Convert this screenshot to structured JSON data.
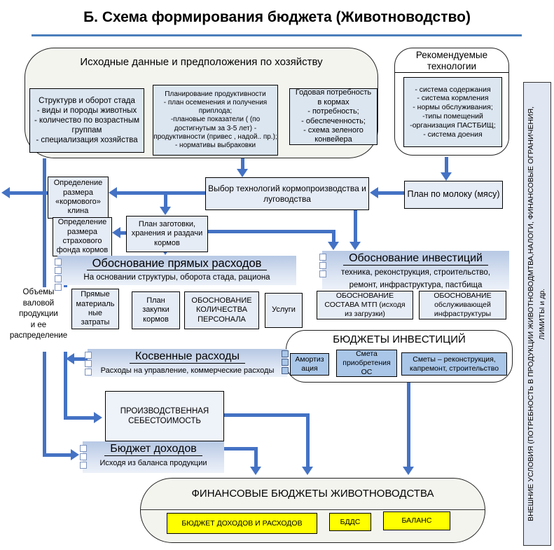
{
  "title": "Б. Схема формирования бюджета (Животноводство)",
  "source": {
    "header": "Исходные данные и предположения по хозяйству",
    "herd": "Структурв и оборот стада\n- виды  и породы животных\n- количество по возрастным\nгруппам\n- специализация хозяйства",
    "productivity": "Планирование продуктивности\n- план осеменения и получения\nприплода;\n-плановые показатели ( (по\nдостигнутым за 3-5 лет) -\nпродуктивности (привес , надой.. пр.);\n- нормативы выбраковки",
    "feed_need": "Годовая потребность\nв кормах\n- потребность;\n- обеспеченность;\n- схема зеленого\nконвейера"
  },
  "recommended": {
    "title": "Рекомендуемые\nтехнологии",
    "items": "- система содержания\n- система кормления\n- нормы обслуживания;\n-типы помещений\n-организация ПАСТБИЩ;\n- система доения"
  },
  "sidebar": "ВНЕШНИЕ УСЛОВИЯ (ПОТРЕБНОСТЬ В ПРОДУКЦИИ ЖИВОТНОВОДМТВА,НАЛОГИ,  ФИНАНСОВЫЕ ОГРАНИЧЕНИЯ,\nЛИМИТЫ и др.",
  "flow": {
    "tech_choice": "Выбор технологий кормопроизводства и\nлуговодства",
    "milk_plan": "План по молоку (мясу)",
    "feed_wedge": "Определение\nразмера\n«кормового»\nклина",
    "insurance_fund": "Определение\nразмера\nстрахового\nфонда кормов",
    "feed_logistics": "План заготовки,\nхранения и раздачи\nкормов"
  },
  "left_label": "Объемы\nваловой\nпродукции\nи ее\nраспределение",
  "direct": {
    "title": "Обоснование прямых расходов",
    "subtitle": "На основании структуры, оборота стада,  рациона",
    "materials": "Прямые\nматериаль\nные\nзатраты",
    "feed_purchase": "План\nзакупки\nкормов",
    "staff": "ОБОСНОВАНИЕ\nКОЛИЧЕСТВА\nПЕРСОНАЛА",
    "services": "Услуги"
  },
  "invest": {
    "title": "Обоснование инвестиций",
    "subtitle": "техника, реконструкция, строительство,\nремонт,  инфраструктура, пастбища",
    "mtp": "ОБОСНОВАНИЕ\nСОСТАВА МТП  (исходя\nиз загрузки)",
    "infra": "ОБОСНОВАНИЕ\nобслуживающей\nинфраструктуры"
  },
  "invest_budgets": {
    "title": "БЮДЖЕТЫ ИНВЕСТИЦИЙ",
    "amort": "Амортиз\nация",
    "os": "Смета\nприобретения\nОС",
    "estimates": "Сметы – реконструкция,\nкапремонт, строительство"
  },
  "indirect": {
    "title": "Косвенные расходы",
    "subtitle": "Расходы на управление, коммерческие расходы"
  },
  "cost": "ПРОИЗВОДСТВЕННАЯ\nСЕБЕСТОИМОСТЬ",
  "income": {
    "title": "Бюджет доходов",
    "subtitle": "Исходя из баланса  продукции"
  },
  "final": {
    "title": "ФИНАНСОВЫЕ БЮДЖЕТЫ  ЖИВОТНОВОДСТВА",
    "bdr": "БЮДЖЕТ ДОХОДОВ И РАСХОДОВ",
    "bdds": "БДДС",
    "balance": "БАЛАНС"
  },
  "colors": {
    "arrow": "#4472c4",
    "title_rule": "#4a7ebb",
    "box_fill": "#e6ecf6",
    "list_fill": "#dce6f1",
    "accent_fill": "#a9c6e8",
    "yellow": "#ffff00"
  }
}
